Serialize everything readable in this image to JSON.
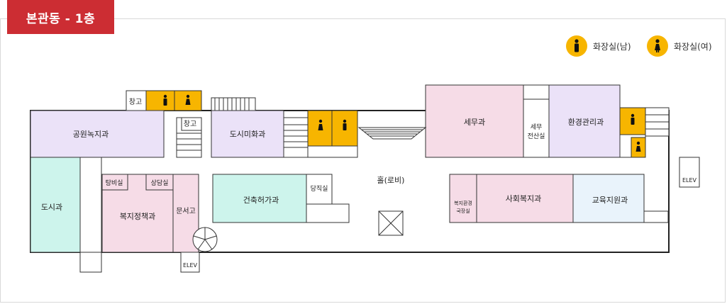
{
  "title": "본관동 - 1층",
  "legend": {
    "male_restroom": "화장실(남)",
    "female_restroom": "화장실(여)"
  },
  "rooms": {
    "park_green": "공원녹지과",
    "urban": "도시과",
    "urban_beauty": "도시미화과",
    "storage_1": "창고",
    "storage_2": "창고",
    "lounge": "탕비실",
    "counsel": "상담실",
    "welfare_policy": "복지정책과",
    "archive": "문서고",
    "elev_left": "ELEV",
    "construction": "건축허가과",
    "duty": "당직실",
    "hall": "홀(로비)",
    "tax": "세무과",
    "tax_computer": [
      "세무",
      "전산실"
    ],
    "env_mgmt": "환경관리과",
    "welfare_director": [
      "복지환경",
      "국장실"
    ],
    "social_welfare": "사회복지과",
    "education": "교육지원과",
    "elev_right": "ELEV"
  },
  "colors": {
    "title_bg": "#cc2d33",
    "restroom": "#f7b500",
    "lavender": "#ebe2f8",
    "mint": "#cdf4ec",
    "pink": "#f6dce7",
    "light_blue": "#e9f3fb",
    "wall": "#222222"
  }
}
